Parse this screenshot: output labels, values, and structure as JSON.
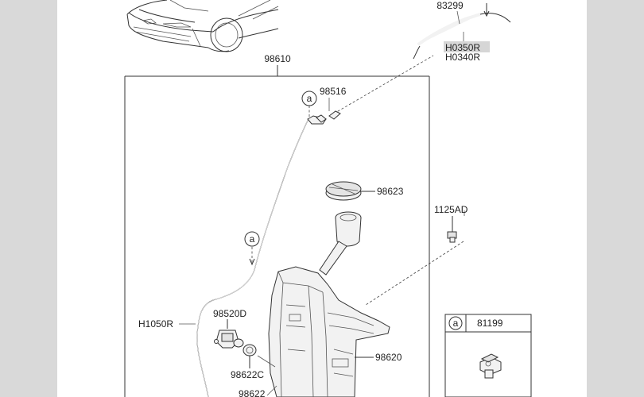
{
  "labels": {
    "assembly": "98610",
    "hose_83299": "83299",
    "hose_h0350r": "H0350R",
    "hose_h0340r": "H0340R",
    "nozzle_98516": "98516",
    "cap_98623": "98623",
    "bolt_1125ad": "1125AD",
    "hose_h1050r": "H1050R",
    "pump_98520d": "98520D",
    "grommet_98622c": "98622C",
    "grommet_98622": "98622",
    "reservoir_98620": "98620",
    "clip_81199": "81199"
  },
  "callouts": {
    "marker_a": "a",
    "inset_marker": "a"
  },
  "colors": {
    "background": "#d9d9d9",
    "sheet": "#ffffff",
    "highlight": "#d6d6d6",
    "line": "#333333"
  }
}
